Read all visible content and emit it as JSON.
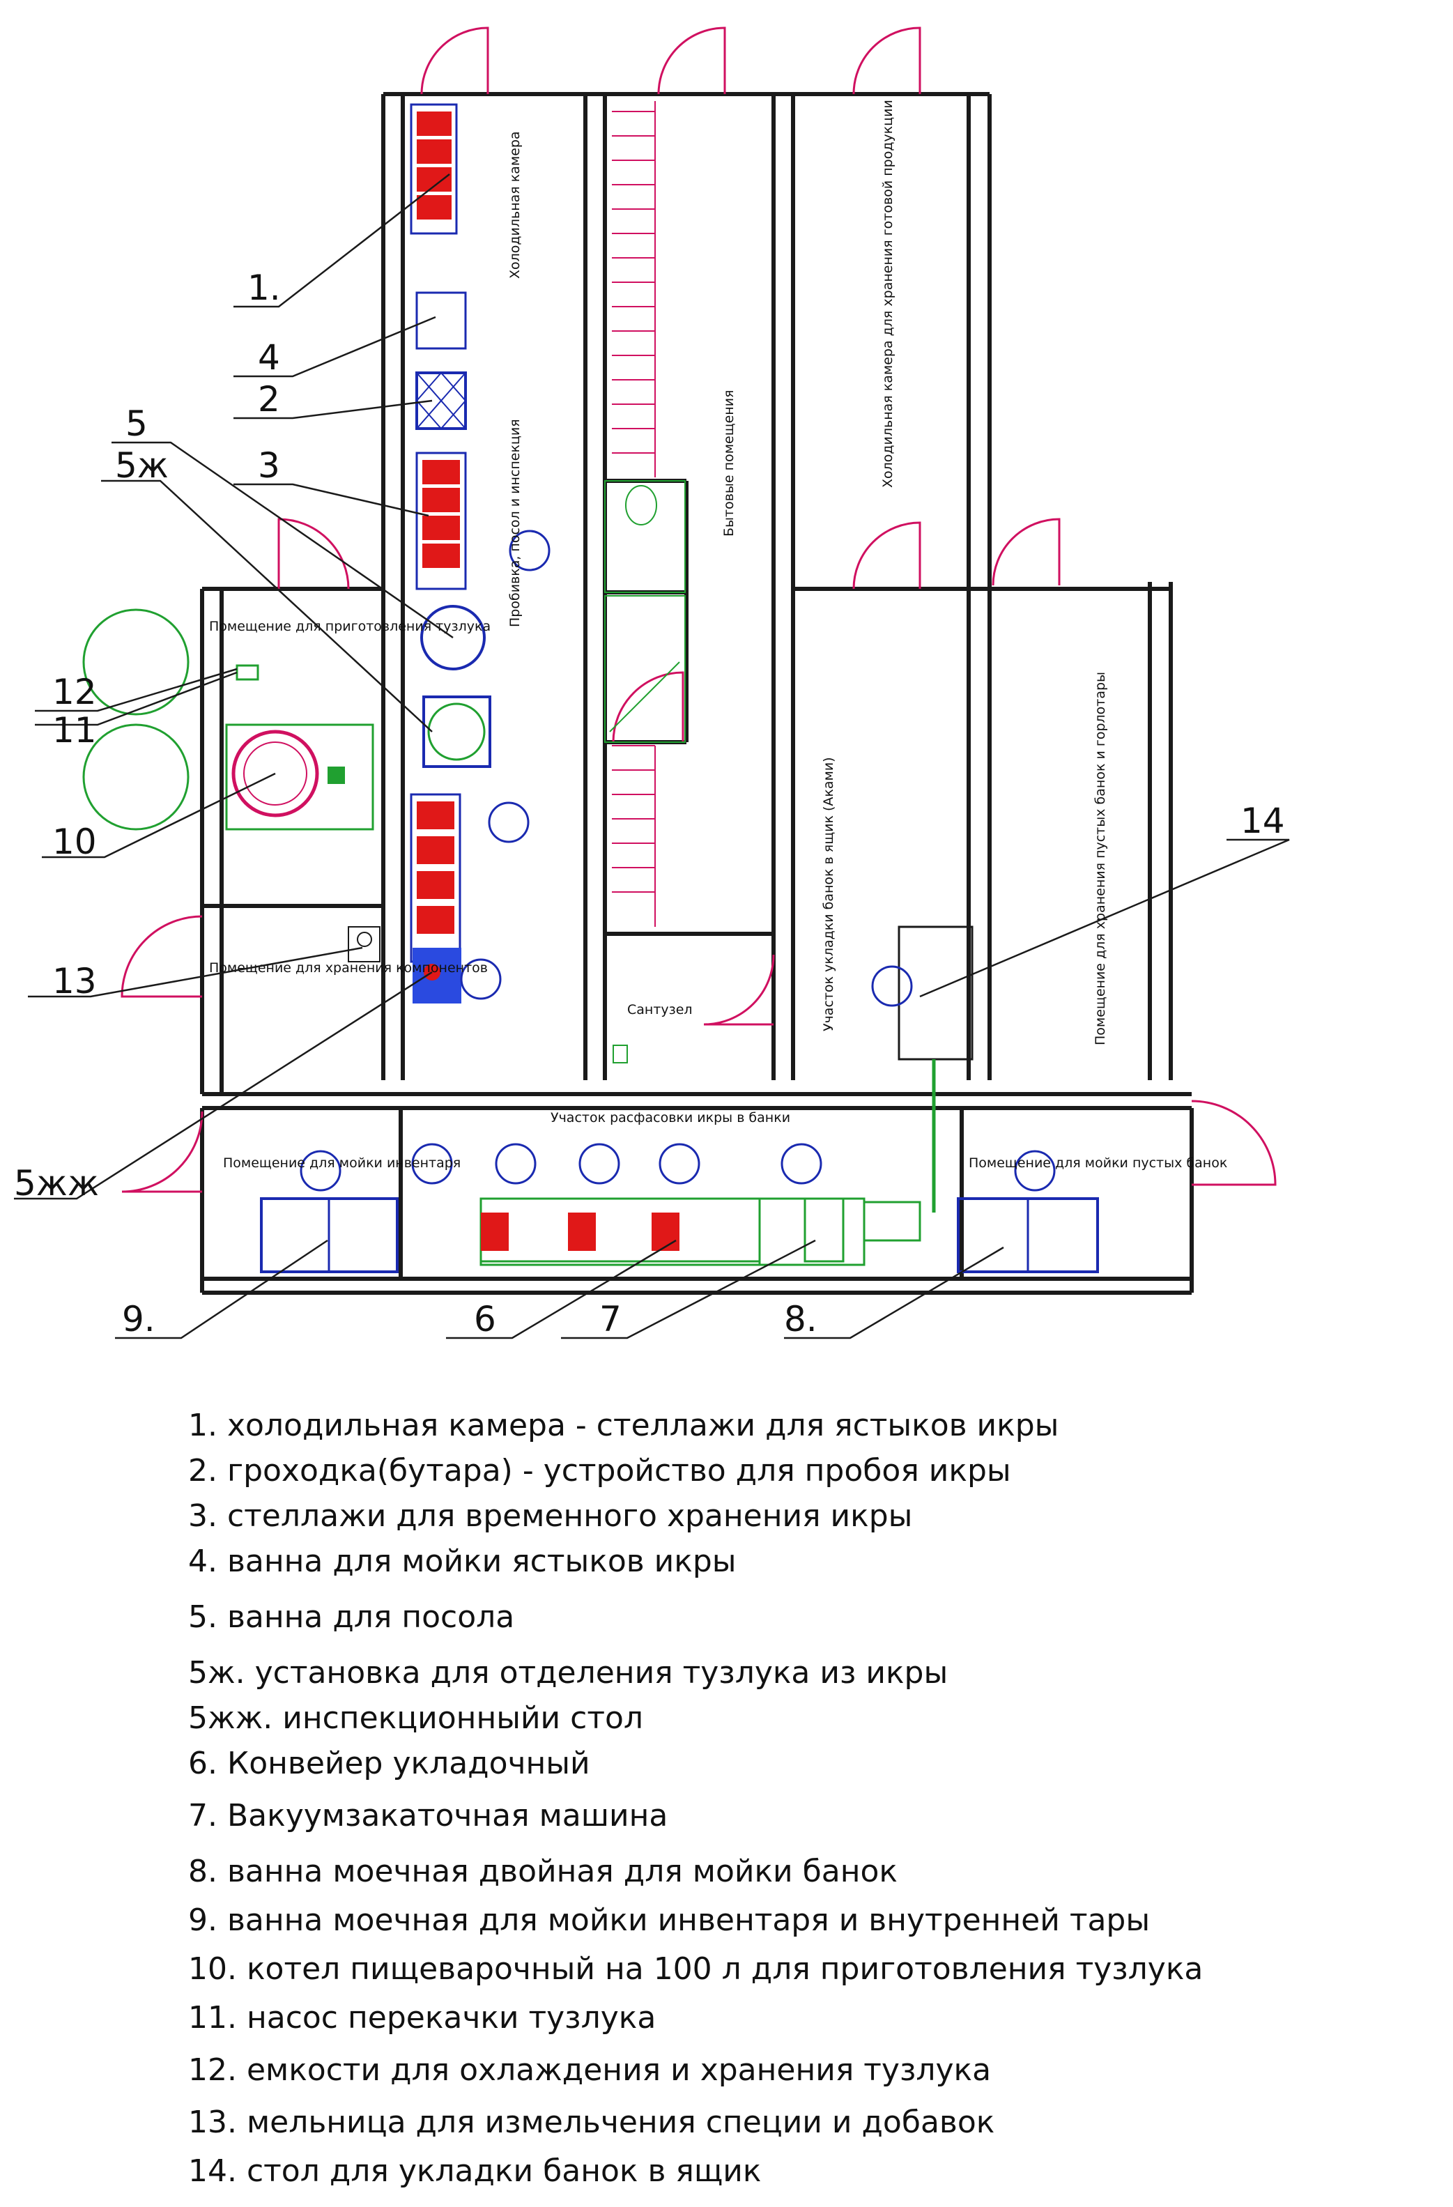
{
  "rooms": {
    "cold_room": "Холодильная камера",
    "probing": "Пробивка, посол и инспекция",
    "household": "Бытовые помещения",
    "cold_finished": "Холодильная камера для хранения готовой продукции",
    "brine_room": "Помещение для приготовления тузлука",
    "components_room": "Помещение для хранения компонентов",
    "sanitary": "Сантузел",
    "box_packing": "Участок укладки банок в ящик (Аками)",
    "empty_cans_room": "Помещение для хранения пустых банок и горлотары",
    "packing_area": "Участок расфасовки икры в банки",
    "inventory_wash": "Помещение для мойки инвентаря",
    "cans_wash": "Помещение для мойки пустых банок"
  },
  "callouts": {
    "c1": "1.",
    "c2": "2",
    "c3": "3",
    "c4": "4",
    "c5": "5",
    "c5zh": "5ж",
    "c5zhzh": "5жж",
    "c6": "6",
    "c7": "7",
    "c8": "8.",
    "c9": "9.",
    "c10": "10",
    "c11": "11",
    "c12": "12",
    "c13": "13",
    "c14": "14"
  },
  "legend": [
    "1. холодильная камера - стеллажи для ястыков икры",
    "2. гроходка(бутара) - устройство для пробоя икры",
    "3. стеллажи для временного хранения икры",
    "4. ванна для мойки ястыков икры",
    "5. ванна для посола",
    "5ж. установка для отделения тузлука из икры",
    "5жж. инспекционныйи стол",
    "6. Конвейер укладочный",
    "7. Вакуумзакаточная машина",
    "8. ванна моечная двойная для мойки банок",
    "9. ванна моечная для мойки инвентаря и внутренней тары",
    "10. котел пищеварочный на 100 л для приготовления тузлука",
    "11. насос перекачки тузлука",
    "12. емкости для охлаждения и хранения тузлука",
    "13. мельница для измельчения специи и добавок",
    "14. стол для укладки банок в ящик"
  ],
  "colors": {
    "wall": "#1a1a1a",
    "door": "#d01060",
    "equipment_blue": "#1a2ab0",
    "equipment_red": "#e01818",
    "equipment_green": "#20a030",
    "conveyor": "#2a8a2a"
  }
}
